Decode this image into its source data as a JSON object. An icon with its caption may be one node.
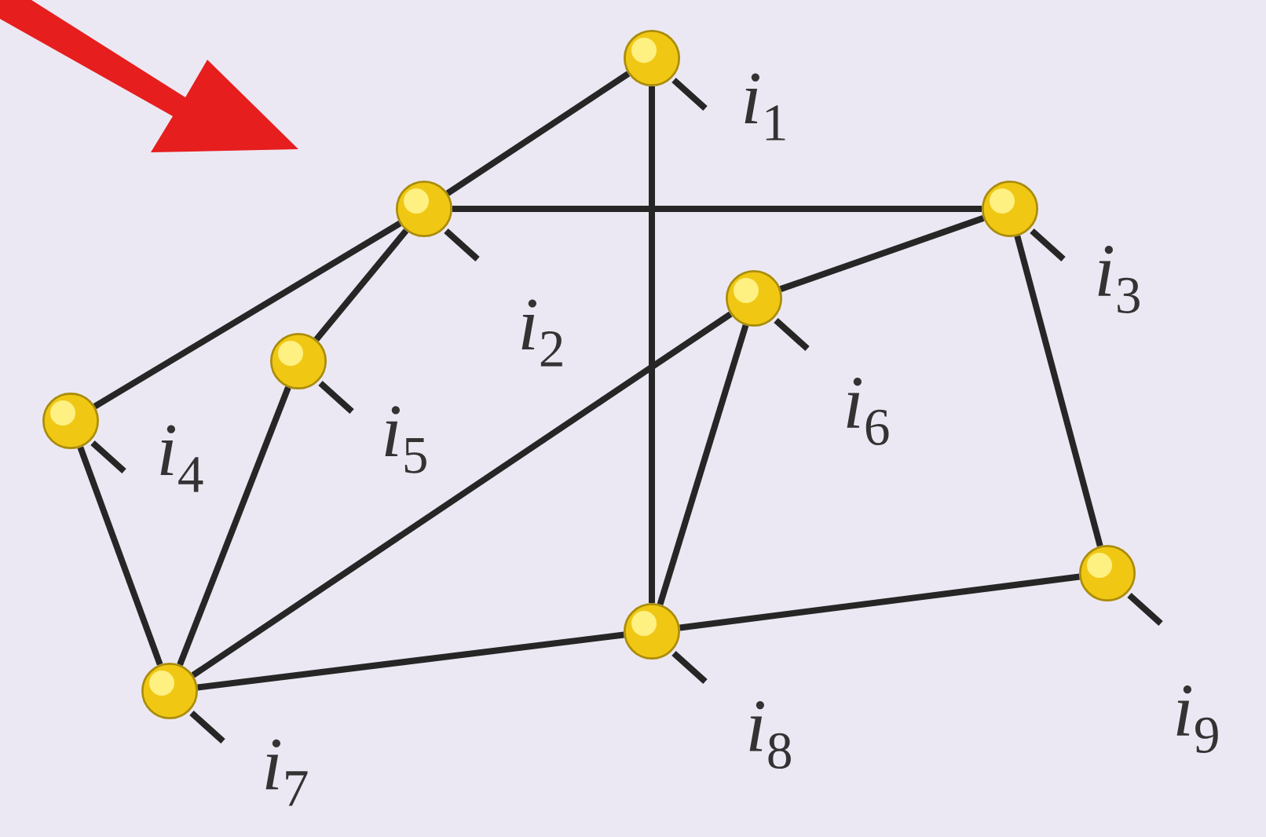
{
  "diagram": {
    "nodes": [
      {
        "text": [],
        "shape": "circle",
        "beside": [
          "*i*$_{1}$"
        ]
      },
      {
        "text": [],
        "shape": "circle",
        "beside": [
          "*i*$_{2}$"
        ]
      },
      {
        "text": [],
        "shape": "circle",
        "beside": [
          "*i*$_{3}$"
        ]
      },
      {
        "text": [],
        "shape": "circle",
        "beside": [
          "*i*$_{4}$"
        ]
      },
      {
        "text": [],
        "shape": "circle",
        "beside": [
          "*i*$_{5}$"
        ]
      },
      {
        "text": [],
        "shape": "circle",
        "beside": [
          "*i*$_{6}$"
        ]
      },
      {
        "text": [],
        "shape": "circle",
        "beside": [
          "*i*$_{7}$"
        ]
      },
      {
        "text": [],
        "shape": "circle",
        "beside": [
          "*i*$_{8}$"
        ]
      },
      {
        "text": [],
        "shape": "circle",
        "beside": [
          "*i*$_{9}$"
        ]
      }
    ],
    "edges": [
      {
        "from": 0,
        "to": 1,
        "arrow": "none"
      },
      {
        "from": 0,
        "to": 7,
        "arrow": "none"
      },
      {
        "from": 1,
        "to": 2,
        "arrow": "none"
      },
      {
        "from": 1,
        "to": 3,
        "arrow": "none"
      },
      {
        "from": 1,
        "to": 4,
        "arrow": "none"
      },
      {
        "from": 2,
        "to": 5,
        "arrow": "none"
      },
      {
        "from": 2,
        "to": 8,
        "arrow": "none"
      },
      {
        "from": 5,
        "to": 6,
        "arrow": "none"
      },
      {
        "from": 5,
        "to": 7,
        "arrow": "none"
      },
      {
        "from": 4,
        "to": 6,
        "arrow": "none"
      },
      {
        "from": 3,
        "to": 6,
        "arrow": "none"
      },
      {
        "from": 6,
        "to": 7,
        "arrow": "none"
      },
      {
        "from": 7,
        "to": 8,
        "arrow": "none"
      }
    ]
  }
}
